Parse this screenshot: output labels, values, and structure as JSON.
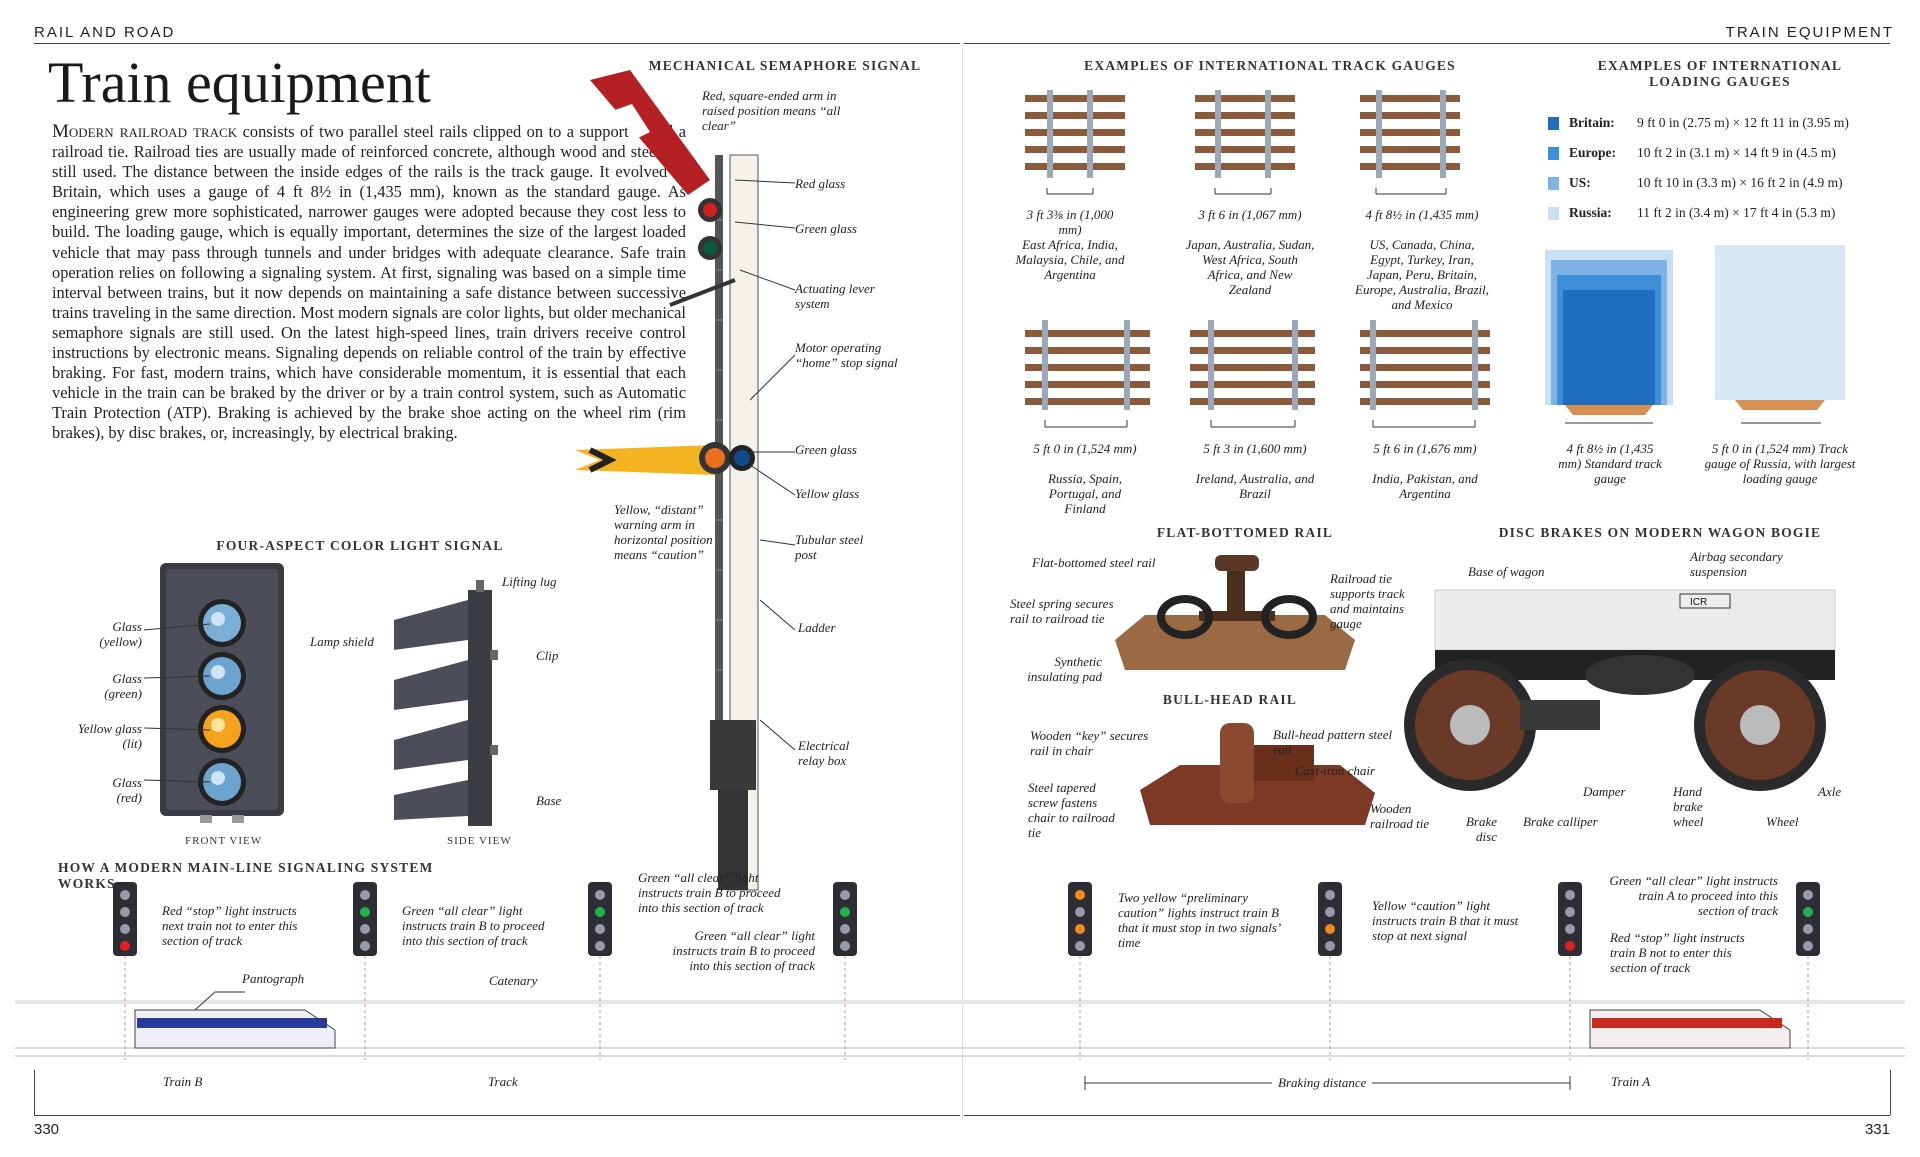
{
  "header": {
    "left": "RAIL AND ROAD",
    "right": "TRAIN EQUIPMENT"
  },
  "title": "Train equipment",
  "intro": {
    "lead": "Modern railroad track",
    "body": " consists of two parallel steel rails clipped on to a support called a railroad tie. Railroad ties are usually made of reinforced concrete, although wood and steel are still used. The distance between the inside edges of the rails is the track gauge. It evolved in Britain, which uses a gauge of 4 ft 8½ in (1,435 mm), known as the standard gauge. As engineering grew more sophisticated, narrower gauges were adopted because they cost less to build. The loading gauge, which is equally important, determines the size of the largest loaded vehicle that may pass through tunnels and under bridges with adequate clearance. Safe train operation relies on following a signaling system. At first, signaling was based on a simple time interval between trains, but it now depends on maintaining a safe distance between successive trains traveling in the same direction. Most modern signals are color lights, but older mechanical semaphore signals are still used. On the latest high-speed lines, train drivers receive control instructions by electronic means. Signaling depends on reliable control of the train by effective braking. For fast, modern trains, which have considerable momentum, it is essential that each vehicle in the train can be braked by the driver or by a train control system, such as Automatic Train Protection (ATP). Braking is achieved by the brake shoe acting on the wheel rim (rim brakes), by disc brakes, or, increasingly, by electrical braking."
  },
  "four_aspect": {
    "heading": "FOUR-ASPECT COLOR LIGHT SIGNAL",
    "glass_yellow": "Glass (yellow)",
    "glass_green": "Glass (green)",
    "yellow_lit": "Yellow glass (lit)",
    "glass_red": "Glass (red)",
    "lamp_shield": "Lamp shield",
    "lifting_lug": "Lifting lug",
    "clip": "Clip",
    "base": "Base",
    "front_view": "FRONT VIEW",
    "side_view": "SIDE VIEW"
  },
  "semaphore": {
    "heading": "MECHANICAL SEMAPHORE SIGNAL",
    "red_arm": "Red, square-ended arm in raised position means “all clear”",
    "red_glass": "Red glass",
    "green_glass_1": "Green glass",
    "actuating": "Actuating lever system",
    "motor": "Motor operating “home” stop signal",
    "green_glass_2": "Green glass",
    "yellow_glass": "Yellow glass",
    "yellow_arm": "Yellow, “distant” warning arm in horizontal position means “caution”",
    "tubular": "Tubular steel post",
    "ladder": "Ladder",
    "relay": "Electrical relay box"
  },
  "track_gauges": {
    "heading": "EXAMPLES OF INTERNATIONAL TRACK GAUGES",
    "items": [
      {
        "size": "3 ft 3⅜ in (1,000 mm)",
        "where": "East Africa, India, Malaysia, Chile, and Argentina"
      },
      {
        "size": "3 ft 6 in (1,067 mm)",
        "where": "Japan, Australia, Sudan, West Africa, South Africa, and New Zealand"
      },
      {
        "size": "4 ft 8½ in (1,435 mm)",
        "where": "US, Canada, China, Egypt, Turkey, Iran, Japan, Peru, Britain, Europe, Australia, Brazil, and Mexico"
      },
      {
        "size": "5 ft 0 in (1,524 mm)",
        "where": "Russia, Spain, Portugal, and Finland"
      },
      {
        "size": "5 ft 3 in (1,600 mm)",
        "where": "Ireland, Australia, and Brazil"
      },
      {
        "size": "5 ft 6 in (1,676 mm)",
        "where": "India, Pakistan, and Argentina"
      }
    ]
  },
  "loading_gauges": {
    "heading": "EXAMPLES OF INTERNATIONAL LOADING GAUGES",
    "items": [
      {
        "label": "Britain:",
        "value": "9 ft 0 in (2.75 m) × 12 ft 11 in (3.95 m)",
        "color": "#1f6fc0"
      },
      {
        "label": "Europe:",
        "value": "10 ft 2 in (3.1 m) × 14 ft 9 in (4.5 m)",
        "color": "#3d8fd8"
      },
      {
        "label": "US:",
        "value": "10 ft 10 in (3.3 m) × 16 ft 2 in (4.9 m)",
        "color": "#7fb3e6"
      },
      {
        "label": "Russia:",
        "value": "11 ft 2 in (3.4 m) × 17 ft 4 in (5.3 m)",
        "color": "#c8dff4"
      }
    ],
    "caption_std": "4 ft 8½ in (1,435 mm) Standard track gauge",
    "caption_russia": "5 ft 0 in (1,524 mm) Track gauge of Russia, with largest loading gauge"
  },
  "flat_rail": {
    "heading": "FLAT-BOTTOMED RAIL",
    "steel_rail": "Flat-bottomed steel rail",
    "spring": "Steel spring secures rail to railroad tie",
    "pad": "Synthetic insulating pad",
    "tie": "Railroad tie supports track and maintains gauge"
  },
  "bull_rail": {
    "heading": "BULL-HEAD RAIL",
    "key": "Wooden “key” secures rail in chair",
    "screw": "Steel tapered screw fastens chair to railroad tie",
    "pattern": "Bull-head pattern steel rail",
    "chair": "Cast-iron chair",
    "wooden_tie": "Wooden railroad tie"
  },
  "disc_brakes": {
    "heading": "DISC BRAKES ON MODERN WAGON BOGIE",
    "base": "Base of wagon",
    "airbag": "Airbag secondary suspension",
    "damper": "Damper",
    "hand": "Hand brake wheel",
    "axle": "Axle",
    "brake_disc": "Brake disc",
    "calliper": "Brake calliper",
    "wheel": "Wheel",
    "wagon_code": "ICR"
  },
  "signaling": {
    "heading": "HOW A MODERN MAIN-LINE SIGNALING SYSTEM WORKS",
    "s1": "Red “stop” light instructs next train not to enter this section of track",
    "s2": "Green “all clear” light instructs train B to proceed into this section of track",
    "s3": "Green “all clear” light instructs train B to proceed into this section of track",
    "s4": "Green “all clear” light instructs train B to proceed into this section of track",
    "s5": "Two yellow “preliminary caution” lights instruct train B that it must stop in two signals’ time",
    "s6": "Yellow “caution” light instructs train B that it must stop at next signal",
    "s7": "Green “all clear” light instructs train A to proceed into this section of track",
    "s8": "Red “stop” light instructs train B not to enter this section of track",
    "pantograph": "Pantograph",
    "catenary": "Catenary",
    "train_b": "Train B",
    "track": "Track",
    "braking": "Braking distance",
    "train_a": "Train A"
  },
  "page_left": "330",
  "page_right": "331"
}
